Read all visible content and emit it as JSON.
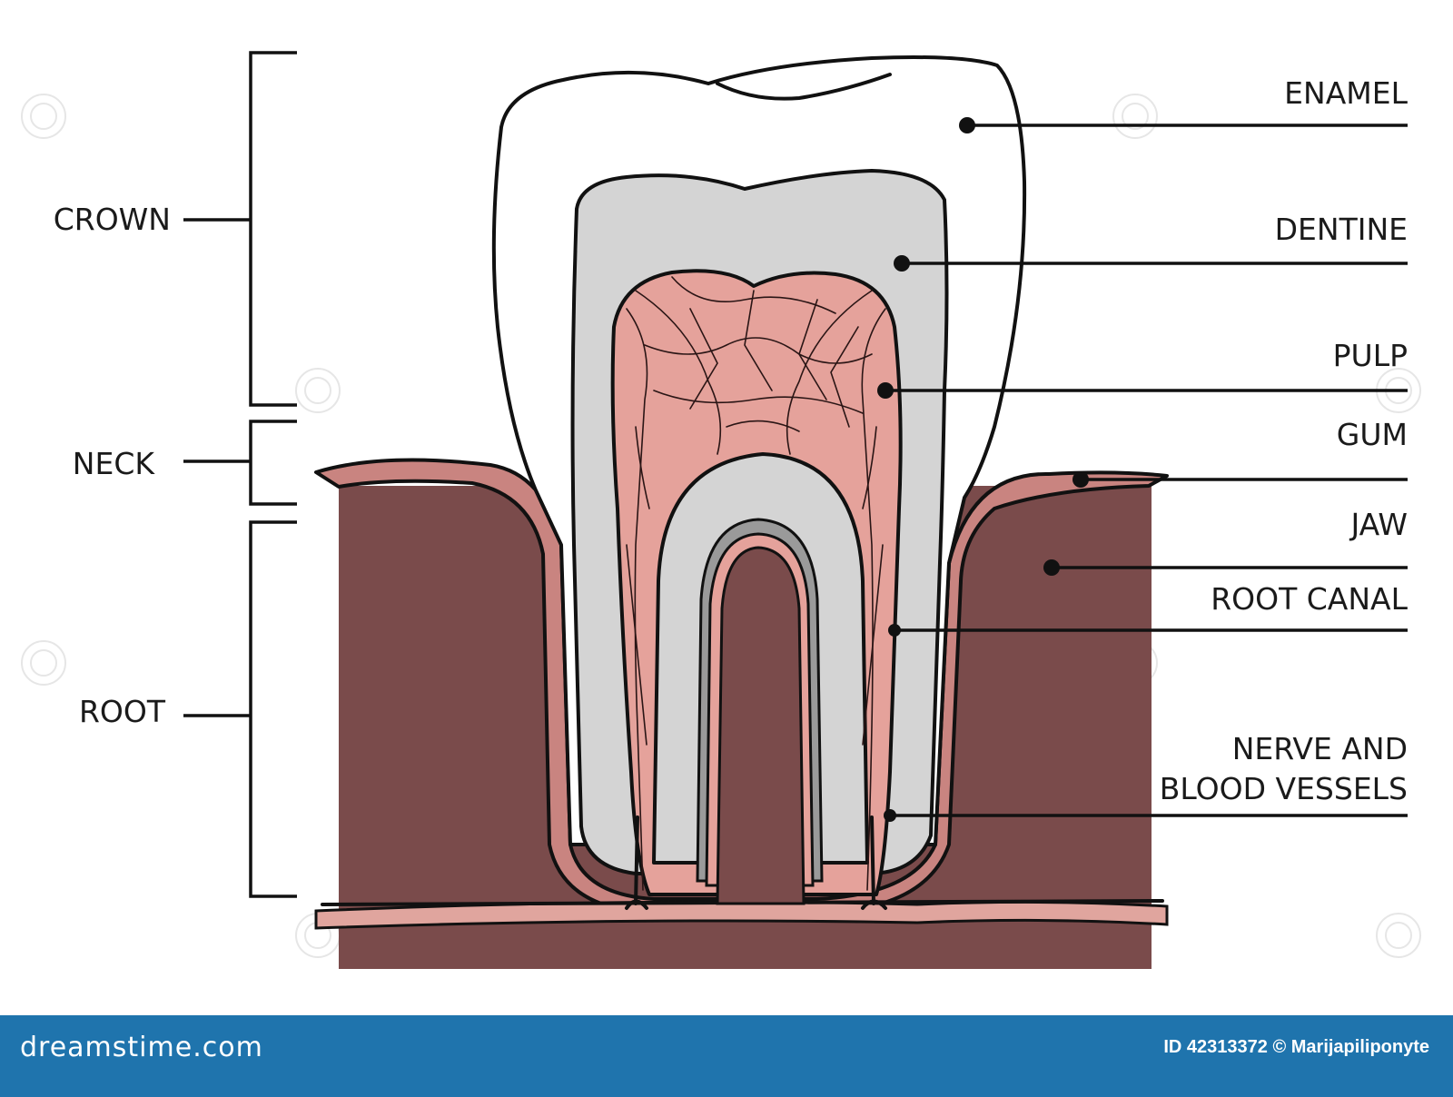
{
  "diagram": {
    "left_labels": {
      "crown": "CROWN",
      "neck": "NECK",
      "root": "ROOT"
    },
    "right_labels": {
      "enamel": "ENAMEL",
      "dentine": "DENTINE",
      "pulp": "PULP",
      "gum": "GUM",
      "jaw": "JAW",
      "root_canal": "ROOT CANAL",
      "nerve_line1": "NERVE AND",
      "nerve_line2": "BLOOD VESSELS"
    },
    "colors": {
      "enamel": "#ffffff",
      "dentine": "#d4d4d4",
      "pulp": "#e5a29b",
      "gum": "#c98480",
      "jaw": "#7a4b4b",
      "cementum": "#9a9a9a",
      "outline": "#111111"
    }
  },
  "footer": {
    "brand": "dreamstime.com",
    "credit": "ID 42313372 © Marijapiliponyte",
    "background": "#1f74ad"
  }
}
